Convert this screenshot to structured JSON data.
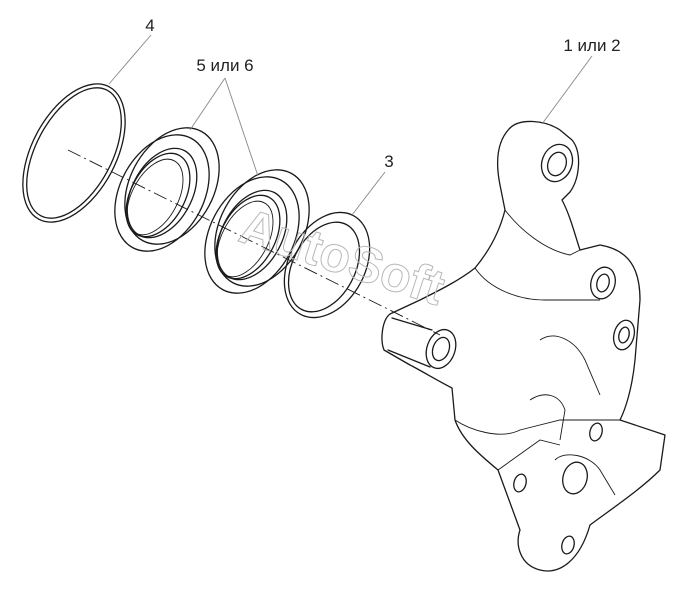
{
  "callouts": {
    "ring": "4",
    "seals": "5 или 6",
    "washer": "3",
    "bracket": "1 или 2"
  },
  "watermark": "AutoSoft",
  "colors": {
    "line": "#1a1a1a",
    "leader": "#888888",
    "watermark": "#b8b8b8"
  }
}
